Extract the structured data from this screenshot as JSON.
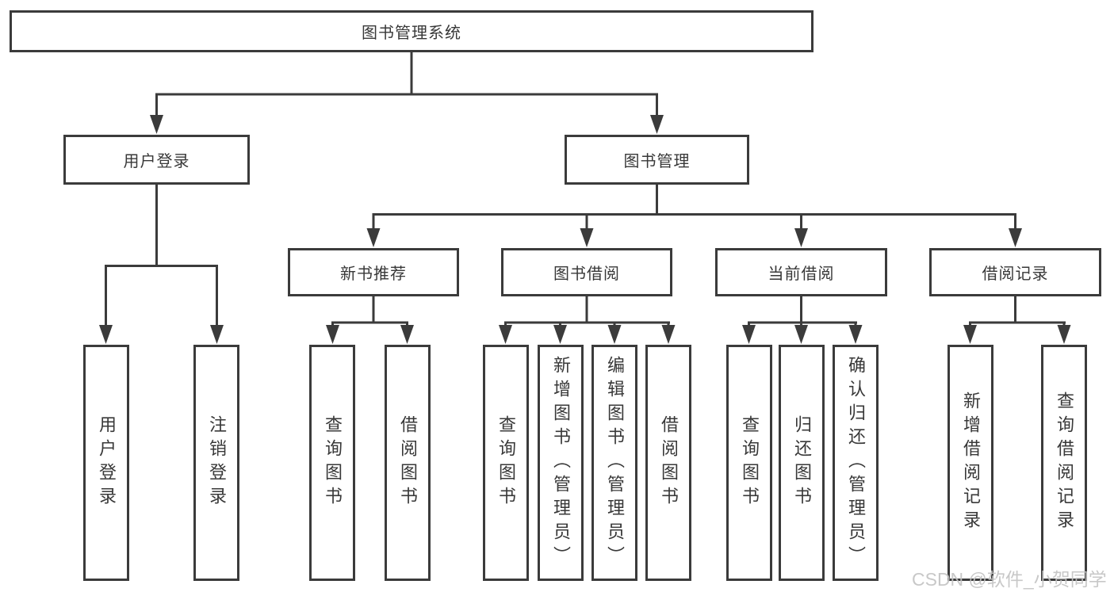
{
  "diagram": {
    "root": "图书管理系统",
    "level2": [
      "用户登录",
      "图书管理"
    ],
    "level3": [
      "新书推荐",
      "图书借阅",
      "当前借阅",
      "借阅记录"
    ],
    "leaves": [
      "用户登录",
      "注销登录",
      "查询图书",
      "借阅图书",
      "查询图书",
      "新增图书（管理员）",
      "编辑图书（管理员）",
      "借阅图书",
      "查询图书",
      "归还图书",
      "确认归还（管理员）",
      "新增借阅记录",
      "查询借阅记录"
    ]
  },
  "watermark": "CSDN @软件_小贺同学",
  "colors": {
    "line": "#3b3b3b",
    "text": "#383838",
    "watermark": "#c3c3c3",
    "background": "#ffffff"
  }
}
